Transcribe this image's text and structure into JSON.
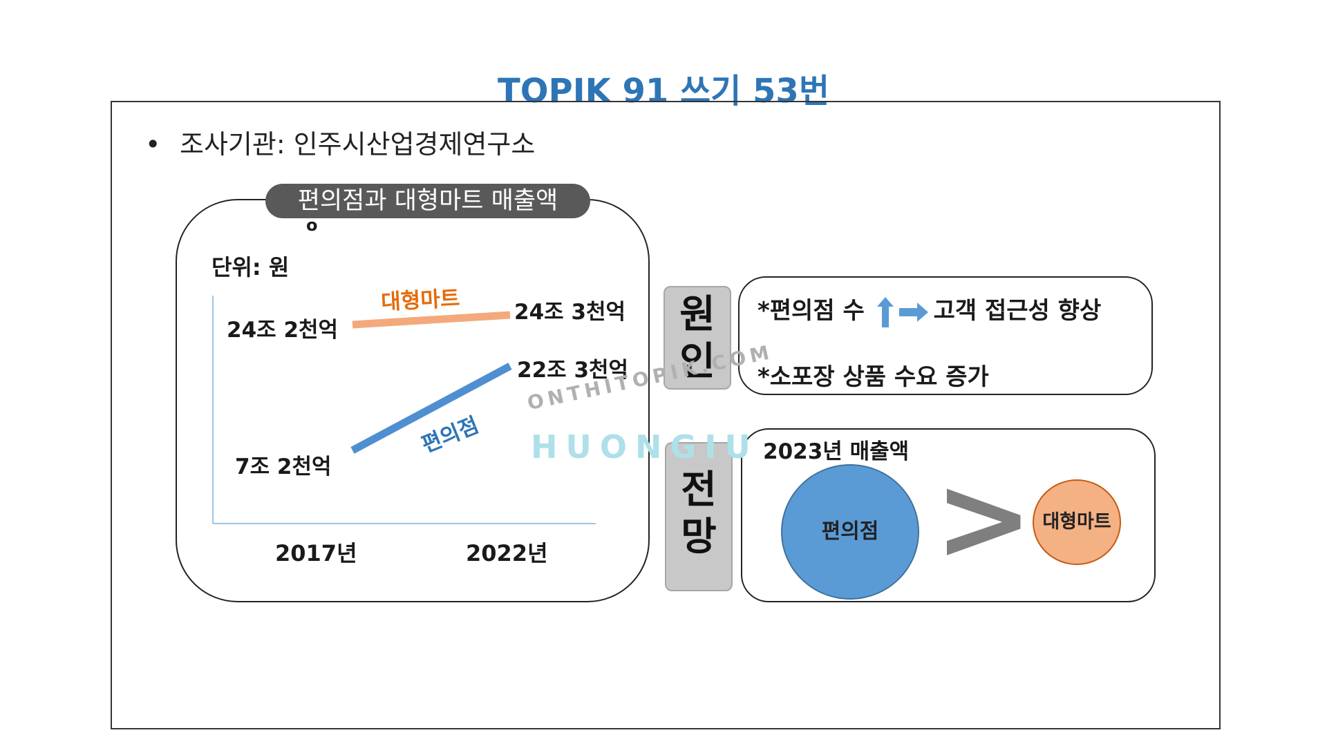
{
  "title": "TOPIK 91 쓰기 53번",
  "source": {
    "bullet": "•",
    "text": "조사기관: 인주시산업경제연구소"
  },
  "chart_data": {
    "type": "line",
    "title": "편의점과 대형마트 매출액",
    "unit_label": "단위: 원",
    "categories": [
      "2017년",
      "2022년"
    ],
    "series": [
      {
        "name": "대형마트",
        "values": [
          24.2,
          24.3
        ],
        "value_labels": [
          "24조 2천억",
          "24조 3천억"
        ],
        "color": "#f4a97c"
      },
      {
        "name": "편의점",
        "values": [
          7.2,
          22.3
        ],
        "value_labels": [
          "7조 2천억",
          "22조 3천억"
        ],
        "color": "#4f8fd1"
      }
    ]
  },
  "stray_mark": "o",
  "cause": {
    "tag": "원인",
    "line1_before": "*편의점 수",
    "line1_after": "고객 접근성 향상",
    "line2": "*소포장 상품 수요 증가"
  },
  "outlook": {
    "tag": "전망",
    "heading": "2023년 매출액",
    "left_label": "편의점",
    "right_label": "대형마트",
    "comparator": ">",
    "left_color": "#5b9bd5",
    "right_color": "#f4b183"
  },
  "watermark": {
    "line1": "ONTHITOPIK.COM",
    "line2": "HUONGIU"
  }
}
